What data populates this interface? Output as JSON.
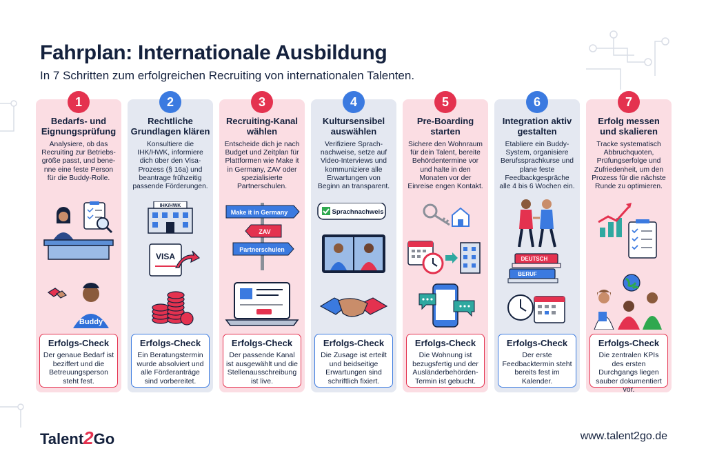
{
  "header": {
    "title": "Fahrplan: Internationale Ausbildung",
    "subtitle": "In 7 Schritten zum erfolgreichen Recruiting von internationalen Talenten."
  },
  "check_label": "Erfolgs-Check",
  "steps": [
    {
      "number": "1",
      "title": "Bedarfs- und Eignungsprüfung",
      "description": "Analysiere, ob das Recruiting zur Betriebs-größe passt, und bene-nne eine feste Person für die Buddy-Rolle.",
      "check": "Der genaue Bedarf ist beziffert und die Betreuungsperson steht fest.",
      "illustration_labels": [
        "Buddy"
      ]
    },
    {
      "number": "2",
      "title": "Rechtliche Grundlagen klären",
      "description": "Konsultiere die IHK/HWK, informiere dich über den Visa-Prozess (§ 16a) und beantrage frühzeitig passende Förderungen.",
      "check": "Ein Beratungstermin wurde absolviert und alle Förderanträge sind vorbereitet.",
      "illustration_labels": [
        "IHK/HWK",
        "VISA"
      ]
    },
    {
      "number": "3",
      "title": "Recruiting-Kanal wählen",
      "description": "Entscheide dich je nach Budget und Zeitplan für Plattformen wie Make it in Germany, ZAV oder spezialisierte Partnerschulen.",
      "check": "Der passende Kanal ist ausgewählt und die Stellenausschreibung ist live.",
      "illustration_labels": [
        "Make it in Germany",
        "ZAV",
        "Partnerschulen"
      ]
    },
    {
      "number": "4",
      "title": "Kultursensibel auswählen",
      "description": "Verifiziere Sprach-nachweise, setze auf Video-Interviews und kommuniziere alle Erwartungen von Beginn an transparent.",
      "check": "Die Zusage ist erteilt und beidseitige Erwartungen sind schriftlich fixiert.",
      "illustration_labels": [
        "Sprachnachweis"
      ]
    },
    {
      "number": "5",
      "title": "Pre-Boarding starten",
      "description": "Sichere den Wohnraum für dein Talent, bereite Behördentermine vor und halte in den Monaten vor der Einreise engen Kontakt.",
      "check": "Die Wohnung ist bezugsfertig und der Ausländerbehörden-Termin ist gebucht.",
      "illustration_labels": []
    },
    {
      "number": "6",
      "title": "Integration aktiv gestalten",
      "description": "Etabliere ein Buddy-System, organisiere Berufssprachkurse und plane feste Feedbackgespräche alle 4 bis 6 Wochen ein.",
      "check": "Der erste Feedbacktermin steht bereits fest im Kalender.",
      "illustration_labels": [
        "DEUTSCH",
        "BERUF"
      ]
    },
    {
      "number": "7",
      "title": "Erfolg messen und skalieren",
      "description": "Tracke systematisch Abbruchquoten, Prüfungserfolge und Zufriedenheit, um den Prozess für die nächste Runde zu optimieren.",
      "check": "Die zentralen KPIs des ersten Durchgangs liegen sauber dokumentiert vor.",
      "illustration_labels": []
    }
  ],
  "footer": {
    "logo_part1": "Talent",
    "logo_part2": "2",
    "logo_part3": "Go",
    "url": "www.talent2go.de"
  },
  "colors": {
    "navy": "#14213d",
    "red": "#e4324f",
    "blue": "#3b7ae0",
    "pink_bg": "#fbdde3",
    "gray_bg": "#e4e8f1"
  }
}
